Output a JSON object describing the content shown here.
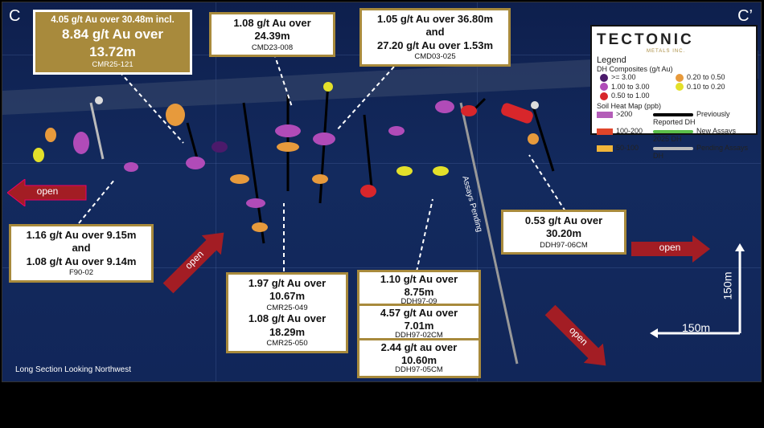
{
  "section": {
    "start_label": "C",
    "end_label": "C’",
    "caption": "Long Section Looking Northwest",
    "assays_pending": "Assays Pending",
    "scale_h": "150m",
    "scale_v": "150m"
  },
  "callouts": [
    {
      "lines": [
        "4.05 g/t Au over 30.48m incl.",
        "8.84 g/t Au over 13.72m"
      ],
      "hole": "CMR25-121"
    },
    {
      "lines": [
        "1.08 g/t Au over 24.39m"
      ],
      "hole": "CMD23-008"
    },
    {
      "lines": [
        "1.05 g/t Au over 36.80m and",
        "27.20 g/t Au over 1.53m"
      ],
      "hole": "CMD03-025"
    },
    {
      "lines": [
        "1.16 g/t Au over 9.15m and",
        "1.08 g/t Au over 9.14m"
      ],
      "hole": "F90-02"
    },
    {
      "lines": [
        "1.97 g/t Au over 10.67m"
      ],
      "hole": "CMR25-049"
    },
    {
      "lines": [
        "1.08 g/t Au over 18.29m"
      ],
      "hole": "CMR25-050"
    },
    {
      "lines": [
        "1.10 g/t Au over 8.75m"
      ],
      "hole": "DDH97-09"
    },
    {
      "lines": [
        "4.57 g/t Au over 7.01m"
      ],
      "hole": "DDH97-02CM"
    },
    {
      "lines": [
        "2.44 g/t au over 10.60m"
      ],
      "hole": "DDH97-05CM"
    },
    {
      "lines": [
        "0.53 g/t Au over 30.20m"
      ],
      "hole": "DDH97-06CM"
    }
  ],
  "arrows": {
    "open": "open"
  },
  "legend": {
    "brand": "TECTONIC",
    "brand_sub": "METALS INC.",
    "title": "Legend",
    "composites_title": "DH Composites (g/t Au)",
    "composites": [
      {
        "label": ">= 3.00",
        "color": "#4b1a6b"
      },
      {
        "label": "1.00 to 3.00",
        "color": "#b04bb8"
      },
      {
        "label": "0.50 to 1.00",
        "color": "#d8262b"
      },
      {
        "label": "0.20 to 0.50",
        "color": "#e79a3c"
      },
      {
        "label": "0.10 to 0.20",
        "color": "#e3e02a"
      }
    ],
    "soil_title": "Soil Heat Map (ppb)",
    "soil": [
      {
        "label": ">200",
        "color": "#b45db8"
      },
      {
        "label": "100-200",
        "color": "#e0452a"
      },
      {
        "label": "50-100",
        "color": "#f0b53a"
      }
    ],
    "holes": [
      {
        "label": "Previously Reported DH",
        "color": "#000000"
      },
      {
        "label": "New Assays 2025 DH",
        "color": "#5cbf4a"
      },
      {
        "label": "Pending Assays DH",
        "color": "#bbbbbb"
      }
    ]
  }
}
